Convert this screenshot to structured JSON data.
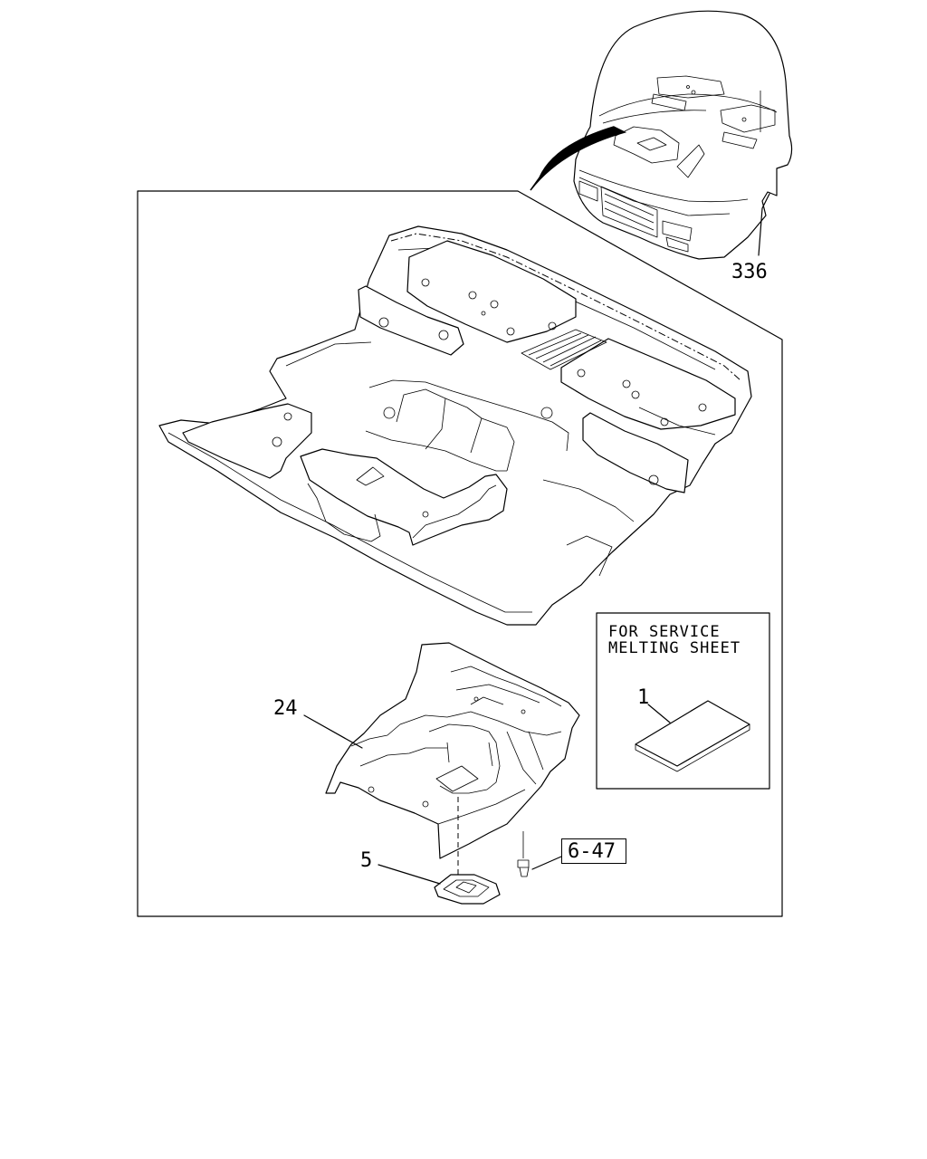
{
  "callouts": {
    "cab_ref": "336",
    "insulator": "24",
    "grommet": "5",
    "melting_sheet": "1",
    "clip_ref": "6-47"
  },
  "service_box": {
    "line1": "FOR SERVICE",
    "line2": "MELTING SHEET"
  }
}
